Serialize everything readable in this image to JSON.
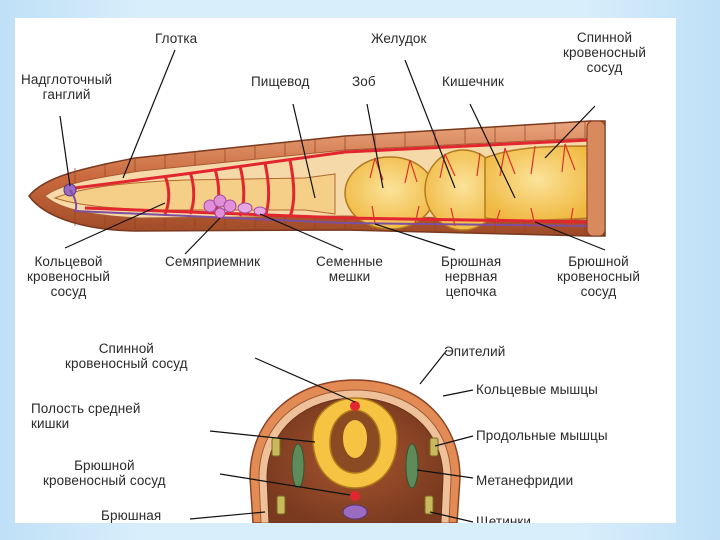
{
  "longitudinal_section": {
    "labels": {
      "pharynx": "Глотка",
      "stomach": "Желудок",
      "dorsal_vessel": "Спинной\nкровеносный\nсосуд",
      "supra_ganglion": "Надглоточный\nганглий",
      "esophagus": "Пищевод",
      "crop": "Зоб",
      "intestine": "Кишечник",
      "ring_vessel": "Кольцевой\nкровеносный\nсосуд",
      "spermatheca": "Семяприемник",
      "seminal_vesicles": "Семенные\nмешки",
      "ventral_nerve_cord": "Брюшная\nнервная\nцепочка",
      "ventral_vessel": "Брюшной\nкровеносный\nсосуд"
    }
  },
  "cross_section": {
    "labels": {
      "dorsal_vessel": "Спинной\nкровеносный сосуд",
      "epithelium": "Эпителий",
      "circular_muscles": "Кольцевые мышцы",
      "midgut_cavity": "Полость средней\nкишки",
      "longitudinal_muscles": "Продольные мышцы",
      "ventral_vessel": "Брюшной\nкровеносный сосуд",
      "metanephridia": "Метанефридии",
      "ventral_cut": "Брюшная",
      "setae_cut": "Щетинки"
    }
  },
  "colors": {
    "body_wall": "#c86a3e",
    "gut_fill": "#f3c452",
    "blood_vessel": "#e2262f",
    "nerve": "#7d4fa0",
    "background": "#d9eefb"
  }
}
